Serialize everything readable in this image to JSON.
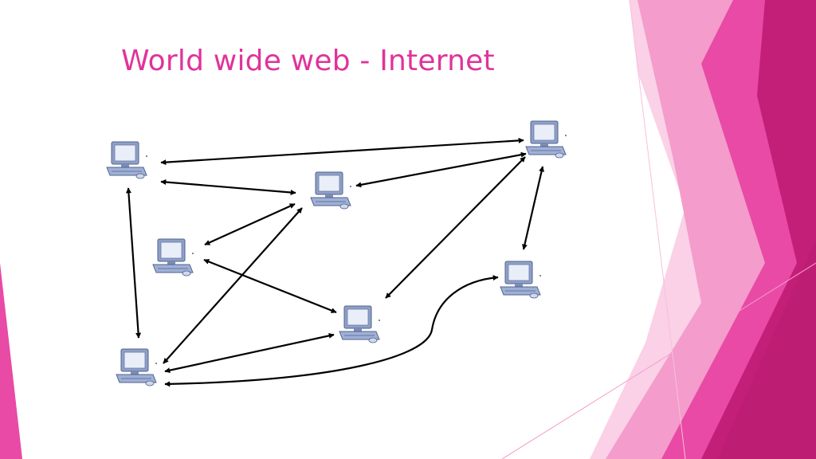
{
  "slide": {
    "title": "World wide web - Internet"
  },
  "theme": {
    "title_color": "#e0339a",
    "accent_dark": "#c31f78",
    "accent_mid": "#e84aa5",
    "accent_light": "#f49ccb",
    "accent_pale": "#fad1e6",
    "arrow_color": "#000000",
    "monitor_frame": "#8fa0c8",
    "monitor_screen": "#e9eef8"
  },
  "diagram": {
    "nodes": [
      {
        "id": "pc-1",
        "icon": "computer-icon"
      },
      {
        "id": "pc-2",
        "icon": "computer-icon"
      },
      {
        "id": "pc-3",
        "icon": "computer-icon"
      },
      {
        "id": "pc-4",
        "icon": "computer-icon"
      },
      {
        "id": "pc-5",
        "icon": "computer-icon"
      },
      {
        "id": "pc-6",
        "icon": "computer-icon"
      },
      {
        "id": "pc-7",
        "icon": "computer-icon"
      },
      {
        "id": "pc-8",
        "icon": "computer-icon"
      }
    ],
    "links": [
      {
        "from": "pc-1",
        "to": "pc-6",
        "type": "bidirectional"
      },
      {
        "from": "pc-1",
        "to": "pc-2",
        "type": "bidirectional"
      },
      {
        "from": "pc-1",
        "to": "pc-5",
        "type": "bidirectional"
      },
      {
        "from": "pc-2",
        "to": "pc-6",
        "type": "bidirectional"
      },
      {
        "from": "pc-2",
        "to": "pc-3",
        "type": "bidirectional"
      },
      {
        "from": "pc-2",
        "to": "pc-5",
        "type": "bidirectional"
      },
      {
        "from": "pc-3",
        "to": "pc-4",
        "type": "bidirectional"
      },
      {
        "from": "pc-4",
        "to": "pc-5",
        "type": "bidirectional"
      },
      {
        "from": "pc-4",
        "to": "pc-6",
        "type": "bidirectional"
      },
      {
        "from": "pc-6",
        "to": "pc-7",
        "type": "bidirectional"
      },
      {
        "from": "pc-5",
        "to": "pc-7",
        "type": "bidirectional"
      }
    ]
  }
}
